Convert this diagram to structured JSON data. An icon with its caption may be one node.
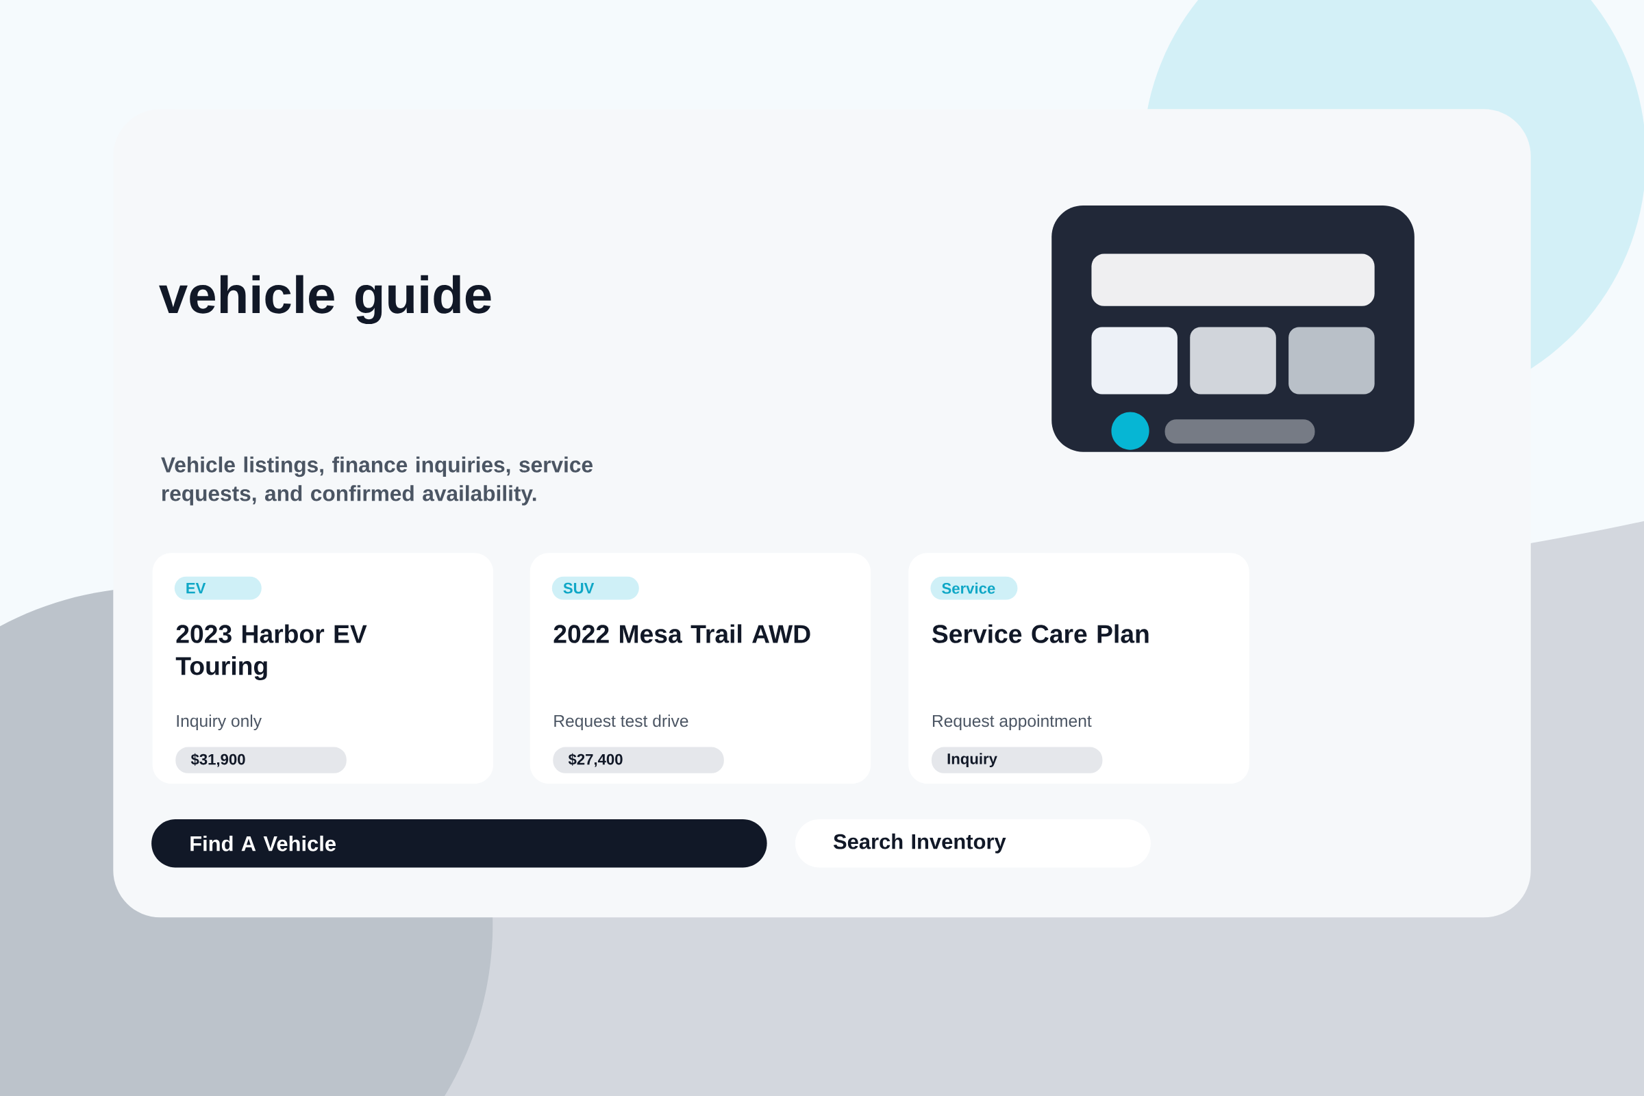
{
  "diagram": {
    "title": "vehicle guide",
    "nodes": [
      {
        "text": [
          "EV",
          "2023 Harbor EV Touring",
          "Inquiry only",
          "$31,900"
        ]
      },
      {
        "text": [
          "SUV",
          "2022 Mesa Trail AWD",
          "Request test drive",
          "$27,400"
        ]
      },
      {
        "text": [
          "Service",
          "Service Care Plan",
          "Request appointment",
          "Inquiry"
        ]
      },
      {
        "text": [
          "Find A Vehicle"
        ]
      },
      {
        "text": [
          "Search Inventory"
        ]
      }
    ],
    "labels": [
      "Vehicle listings, finance inquiries, service requests, and confirmed availability."
    ]
  }
}
